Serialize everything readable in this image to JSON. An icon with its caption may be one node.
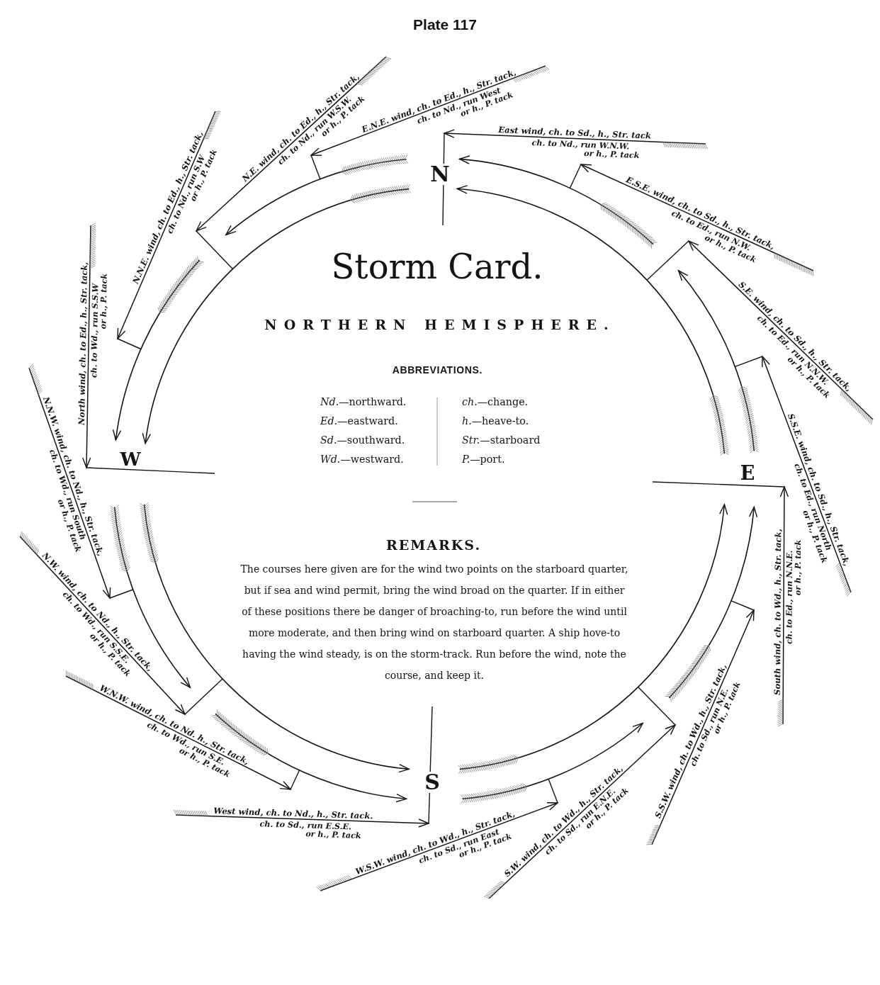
{
  "diagram": {
    "title": "Storm Card.",
    "labels": [
      "Plate 117",
      "NORTHERN HEMISPHERE.",
      "ABBREVIATIONS.",
      "*Nd.*—northward.",
      "*ch.*—change.",
      "*Ed.*—eastward.",
      "*h.*—heave-to.",
      "*Sd.*—southward.",
      "*Str.*—starboard",
      "*Wd.*—westward.",
      "*P.*—port.",
      "REMARKS.",
      "The courses here given are for the wind two points on the starboard quarter, but if sea and wind permit, bring the wind broad on the quarter. If in either of these positions there be danger of broaching-to, run before the wind until more moderate, and then bring wind on starboard quarter. A ship hove-to having the wind steady, is on the storm-track. Run before the wind, note the course, and keep it.",
      "N",
      "W",
      "E",
      "S",
      "N.N.E. wind, ch. to Ed., h., Str. tack,",
      "ch. to Nd., run S.W",
      "or h., P. tack",
      "N.E. wind, ch. to Ed., h., Str. tack,",
      "ch. to Nd., run W.S.W.",
      "or h., P. tack",
      "E.N.E. wind, ch. to Ed., h., Str. tack,",
      "ch. to Nd., run West",
      "or h., P. tack",
      "East wind, ch. to Sd., h., Str. tack",
      "ch. to Nd., run W.N.W.",
      "or h., P. tack",
      "E.S.E. wind, ch. to Sd., h., Str. tack,",
      "ch. to Ed., run N.W.",
      "or h., P. tack",
      "S.E. wind, ch. to Sd., h., Str. tack,",
      "ch. to Ed., run N.N.W.",
      "or h., P. tack",
      "S.S.E. wind, ch. to Sd., h., Str. tack,",
      "ch. to Ed., run North",
      "or h., P. tack",
      "South wind, ch. to Wd., h., Str. tack,",
      "ch. to Ed., run N.N.E.",
      "or h., P. tack",
      "S.S.W. wind, ch. to Wd., h., Str. tack,",
      "ch. to Sd., run N.E.",
      "or h., P. tack",
      "S.W. wind, ch. to Wd., h., Str. tack,",
      "ch. to Sd., run E.N.E.",
      "or h., P. tack",
      "W.S.W. wind, ch. to Wd., h., Str. tack,",
      "ch. to Sd., run East",
      "or h., P. tack",
      "West wind, ch. to Nd., h., Str. tack.",
      "ch. to Sd., run E.S.E.",
      "or h., P. tack",
      "W.N.W. wind, ch. to Nd. h., Str. tack,",
      "ch. to Wd., run S.E.",
      "or h., P. tack",
      "N.W. wind, ch. to Nd., h., Str. tack,",
      "ch. to Wd., run S.S.E.",
      "or h., P. tack",
      "N.N.W. wind, ch. to Nd., h., Str. tack,",
      "ch. to Wd., run South",
      "or h., P. tack",
      "North wind, ch. to Ed., h., Str. tack,",
      "ch. to Wd., run S.S.W",
      "or h., P. tack"
    ]
  }
}
